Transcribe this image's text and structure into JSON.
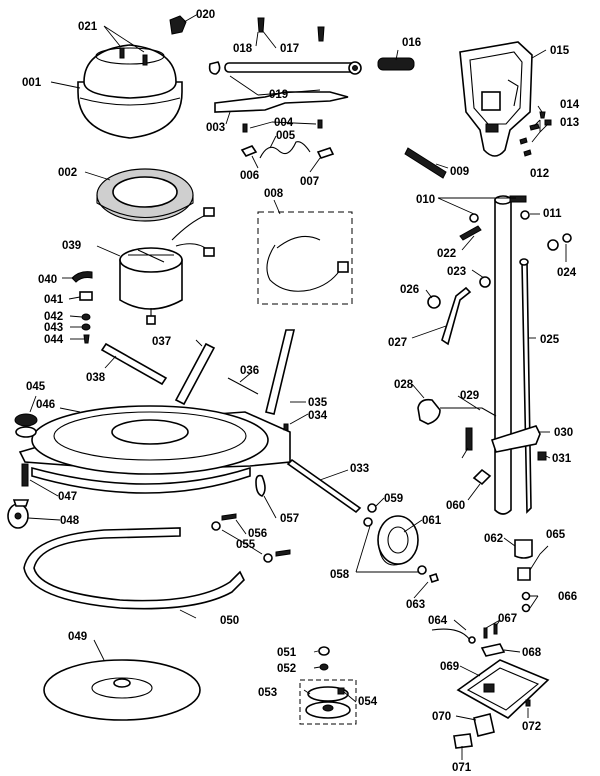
{
  "diagram": {
    "type": "exploded-parts-diagram",
    "line_color": "#000000",
    "background": "#ffffff",
    "part_numbers": [
      "001",
      "002",
      "003",
      "004",
      "005",
      "006",
      "007",
      "008",
      "009",
      "010",
      "011",
      "012",
      "013",
      "014",
      "015",
      "016",
      "017",
      "018",
      "019",
      "020",
      "021",
      "022",
      "023",
      "024",
      "025",
      "026",
      "027",
      "028",
      "029",
      "030",
      "031",
      "033",
      "034",
      "035",
      "036",
      "037",
      "038",
      "039",
      "040",
      "041",
      "042",
      "043",
      "044",
      "045",
      "046",
      "047",
      "048",
      "049",
      "050",
      "051",
      "052",
      "053",
      "054",
      "055",
      "056",
      "057",
      "058",
      "059",
      "060",
      "061",
      "062",
      "063",
      "064",
      "065",
      "066",
      "067",
      "068",
      "069",
      "070",
      "071",
      "072"
    ]
  }
}
